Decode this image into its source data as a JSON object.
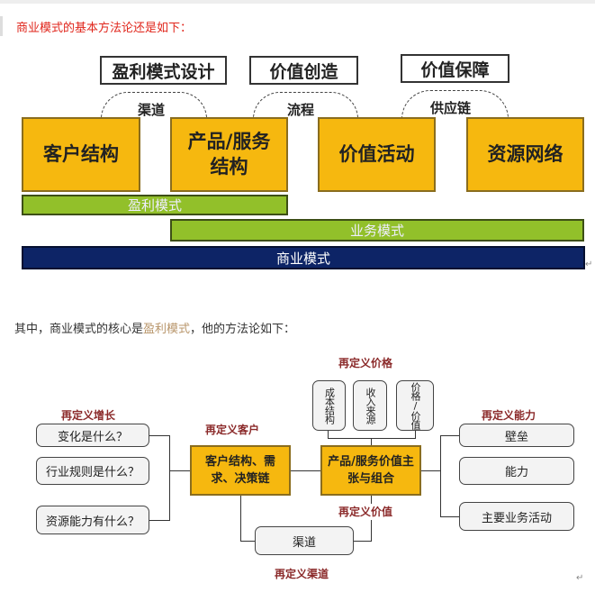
{
  "heading": "商业模式的基本方法论还是如下：",
  "diagram1": {
    "top_boxes": [
      "盈利模式设计",
      "价值创造",
      "价值保障"
    ],
    "arc_labels": [
      "渠道",
      "流程",
      "供应链"
    ],
    "main_boxes": [
      "客户结构",
      "产品/服务结构",
      "价值活动",
      "资源网络"
    ],
    "bars": [
      "盈利模式",
      "业务模式",
      "商业模式"
    ]
  },
  "paragraph": {
    "before": "其中，商业模式的核心是",
    "highlight": "盈利模式",
    "after": "，他的方法论如下："
  },
  "diagram2": {
    "labels": {
      "price": "再定义价格",
      "growth": "再定义增长",
      "capability": "再定义能力",
      "customer": "再定义客户",
      "value": "再定义价值",
      "channel": "再定义渠道"
    },
    "price_boxes": [
      "成本结构",
      "收入来源",
      "价格/价值"
    ],
    "growth_boxes": [
      "变化是什么？",
      "行业规则是什么？",
      "资源能力有什么？"
    ],
    "capability_boxes": [
      "壁垒",
      "能力",
      "主要业务活动"
    ],
    "customer_box": "客户结构、需求、决策链",
    "product_box": "产品/服务价值主张与组合",
    "channel_box": "渠道"
  },
  "return_mark": "↵"
}
